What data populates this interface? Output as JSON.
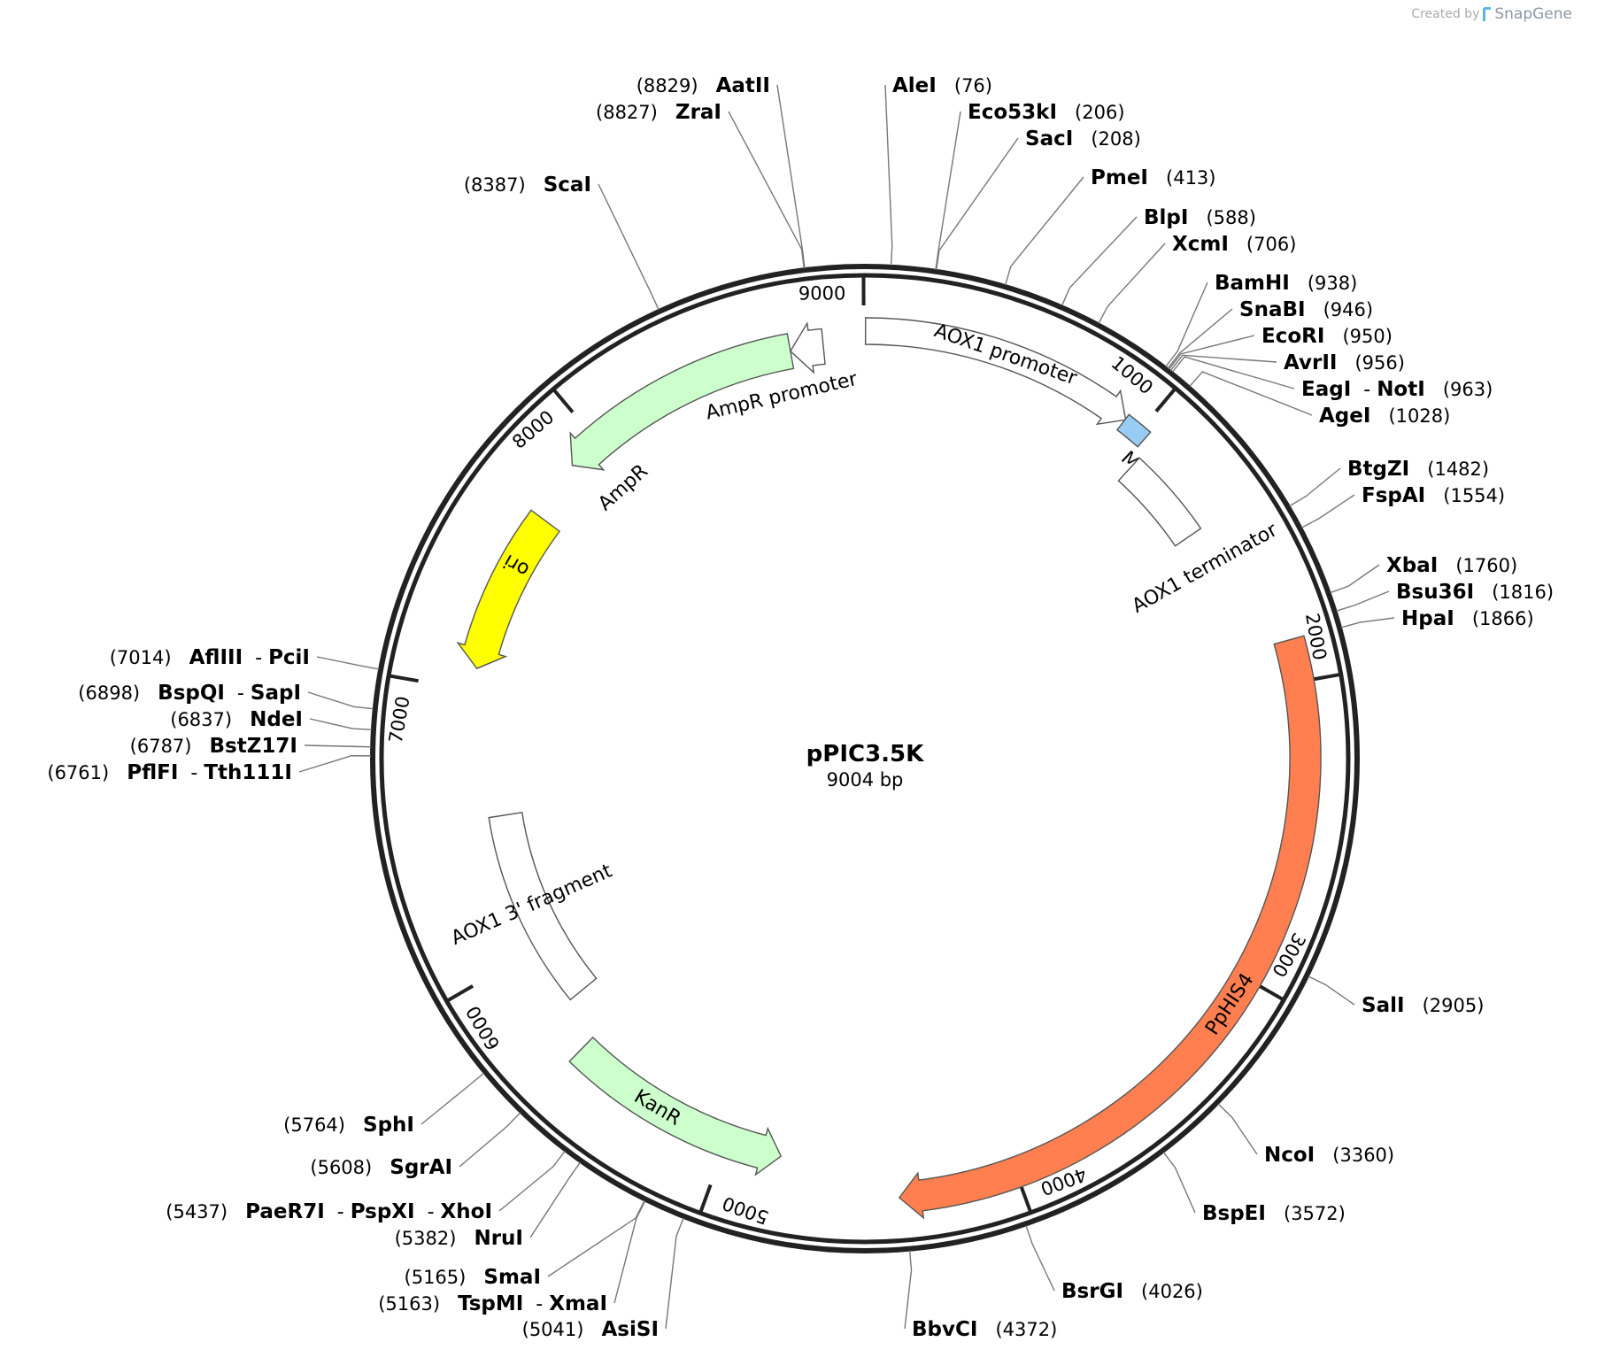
{
  "credit": {
    "prefix": "Created by",
    "brand": "SnapGene"
  },
  "plasmid": {
    "name": "pPIC3.5K",
    "length_label": "9004 bp",
    "length": 9004
  },
  "ticks": [
    {
      "pos": 1000,
      "label": "1000"
    },
    {
      "pos": 2000,
      "label": "2000"
    },
    {
      "pos": 3000,
      "label": "3000"
    },
    {
      "pos": 4000,
      "label": "4000"
    },
    {
      "pos": 5000,
      "label": "5000"
    },
    {
      "pos": 6000,
      "label": "6000"
    },
    {
      "pos": 7000,
      "label": "7000"
    },
    {
      "pos": 8000,
      "label": "8000"
    },
    {
      "pos": 9000,
      "label": "9000"
    }
  ],
  "features": [
    {
      "name": "AOX1 promoter",
      "start": 2,
      "end": 940,
      "strand": 1,
      "color": "#ffffff"
    },
    {
      "name": "MCS",
      "start": 938,
      "end": 1030,
      "strand": 0,
      "color": "#99ccf2"
    },
    {
      "name": "AOX1 terminator",
      "start": 1060,
      "end": 1390,
      "strand": 0,
      "color": "#ffffff"
    },
    {
      "name": "PpHIS4",
      "start": 1860,
      "end": 4390,
      "strand": 1,
      "color": "#ff7f50"
    },
    {
      "name": "KanR",
      "start": 4800,
      "end": 5610,
      "strand": -1,
      "color": "#ccffcc"
    },
    {
      "name": "AOX1 3' fragment",
      "start": 5770,
      "end": 6530,
      "strand": 0,
      "color": "#ffffff"
    },
    {
      "name": "ori",
      "start": 7080,
      "end": 7670,
      "strand": -1,
      "color": "#ffff00"
    },
    {
      "name": "AmpR",
      "start": 7880,
      "end": 8745,
      "strand": -1,
      "color": "#ccffcc"
    },
    {
      "name": "AmpR promoter",
      "start": 8745,
      "end": 8860,
      "strand": -1,
      "color": "#ffffff"
    }
  ],
  "sites": [
    {
      "pos": 76,
      "names": [
        "AleI"
      ],
      "num": "(76)"
    },
    {
      "pos": 206,
      "names": [
        "Eco53kI"
      ],
      "num": "(206)"
    },
    {
      "pos": 208,
      "names": [
        "SacI"
      ],
      "num": "(208)"
    },
    {
      "pos": 413,
      "names": [
        "PmeI"
      ],
      "num": "(413)"
    },
    {
      "pos": 588,
      "names": [
        "BlpI"
      ],
      "num": "(588)"
    },
    {
      "pos": 706,
      "names": [
        "XcmI"
      ],
      "num": "(706)"
    },
    {
      "pos": 938,
      "names": [
        "BamHI"
      ],
      "num": "(938)"
    },
    {
      "pos": 946,
      "names": [
        "SnaBI"
      ],
      "num": "(946)"
    },
    {
      "pos": 950,
      "names": [
        "EcoRI"
      ],
      "num": "(950)"
    },
    {
      "pos": 956,
      "names": [
        "AvrII"
      ],
      "num": "(956)"
    },
    {
      "pos": 963,
      "names": [
        "EagI",
        "NotI"
      ],
      "num": "(963)"
    },
    {
      "pos": 1028,
      "names": [
        "AgeI"
      ],
      "num": "(1028)"
    },
    {
      "pos": 1482,
      "names": [
        "BtgZI"
      ],
      "num": "(1482)"
    },
    {
      "pos": 1554,
      "names": [
        "FspAI"
      ],
      "num": "(1554)"
    },
    {
      "pos": 1760,
      "names": [
        "XbaI"
      ],
      "num": "(1760)"
    },
    {
      "pos": 1816,
      "names": [
        "Bsu36I"
      ],
      "num": "(1816)"
    },
    {
      "pos": 1866,
      "names": [
        "HpaI"
      ],
      "num": "(1866)"
    },
    {
      "pos": 2905,
      "names": [
        "SalI"
      ],
      "num": "(2905)"
    },
    {
      "pos": 3360,
      "names": [
        "NcoI"
      ],
      "num": "(3360)"
    },
    {
      "pos": 3572,
      "names": [
        "BspEI"
      ],
      "num": "(3572)"
    },
    {
      "pos": 4026,
      "names": [
        "BsrGI"
      ],
      "num": "(4026)"
    },
    {
      "pos": 4372,
      "names": [
        "BbvCI"
      ],
      "num": "(4372)"
    },
    {
      "pos": 5041,
      "names": [
        "AsiSI"
      ],
      "num": "(5041)"
    },
    {
      "pos": 5163,
      "names": [
        "TspMI",
        "XmaI"
      ],
      "num": "(5163)"
    },
    {
      "pos": 5165,
      "names": [
        "SmaI"
      ],
      "num": "(5165)"
    },
    {
      "pos": 5382,
      "names": [
        "NruI"
      ],
      "num": "(5382)"
    },
    {
      "pos": 5437,
      "names": [
        "PaeR7I",
        "PspXI",
        "XhoI"
      ],
      "num": "(5437)"
    },
    {
      "pos": 5608,
      "names": [
        "SgrAI"
      ],
      "num": "(5608)"
    },
    {
      "pos": 5764,
      "names": [
        "SphI"
      ],
      "num": "(5764)"
    },
    {
      "pos": 6761,
      "names": [
        "PflFI",
        "Tth111I"
      ],
      "num": "(6761)"
    },
    {
      "pos": 6787,
      "names": [
        "BstZ17I"
      ],
      "num": "(6787)"
    },
    {
      "pos": 6837,
      "names": [
        "NdeI"
      ],
      "num": "(6837)"
    },
    {
      "pos": 6898,
      "names": [
        "BspQI",
        "SapI"
      ],
      "num": "(6898)"
    },
    {
      "pos": 7014,
      "names": [
        "AflIII",
        "PciI"
      ],
      "num": "(7014)"
    },
    {
      "pos": 8387,
      "names": [
        "ScaI"
      ],
      "num": "(8387)"
    },
    {
      "pos": 8827,
      "names": [
        "ZraI"
      ],
      "num": "(8827)"
    },
    {
      "pos": 8829,
      "names": [
        "AatII"
      ],
      "num": "(8829)"
    }
  ]
}
